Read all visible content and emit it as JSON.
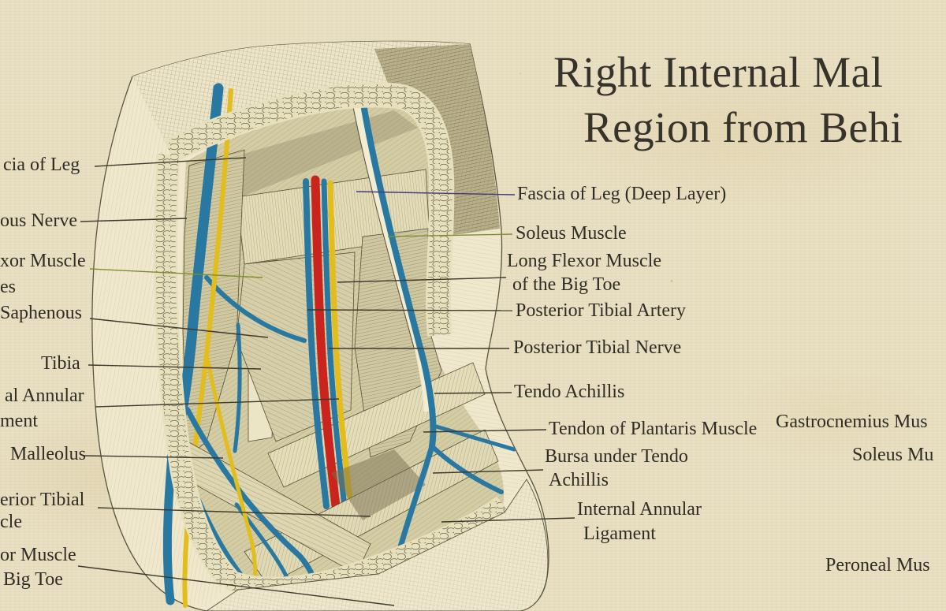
{
  "title": {
    "line1": "Right Internal Mal",
    "line2": "Region from Behi"
  },
  "labels": {
    "left": {
      "fascia_of_leg": "cia of Leg",
      "nerve": "ous Nerve",
      "flexor_muscle_1": "xor Muscle",
      "flexor_muscle_2": "es",
      "saphenous": "Saphenous",
      "tibia": "Tibia",
      "annular_1": "al Annular",
      "annular_2": "ment",
      "malleolus": "Malleolus",
      "posterior_tibial_1": "erior Tibial",
      "posterior_tibial_2": "cle",
      "big_toe_flexor_1": "or Muscle",
      "big_toe_flexor_2": "Big Toe"
    },
    "right": {
      "fascia_deep": "Fascia of Leg (Deep Layer)",
      "soleus": "Soleus Muscle",
      "long_flexor_1": "Long Flexor Muscle",
      "long_flexor_2": "of the Big Toe",
      "posterior_tibial_artery": "Posterior Tibial Artery",
      "posterior_tibial_nerve": "Posterior Tibial Nerve",
      "tendo_achillis": "Tendo Achillis",
      "plantaris_tendon": "Tendon of Plantaris Muscle",
      "bursa_1": "Bursa under Tendo",
      "bursa_2": "Achillis",
      "internal_annular_1": "Internal Annular",
      "internal_annular_2": "Ligament"
    },
    "far_right": {
      "gastrocnemius": "Gastrocnemius Mus",
      "soleus": "Soleus Mu",
      "peroneal": "Peroneal Mus"
    }
  },
  "colors": {
    "paper": "#e9e0c3",
    "ink": "#35332c",
    "label_ink": "#2e2c25",
    "vein_blue": "#2878a2",
    "artery_red": "#c9241e",
    "nerve_yellow": "#e2bd1b",
    "tendon_cream": "#f2ecd2",
    "leader_dark": "#3c3a2c",
    "leader_navy": "#433d7a",
    "leader_green": "#7c8f2e"
  },
  "illustration": {
    "subject": "Engraved dissection of the right internal malleolar (ankle) region seen from behind",
    "vein_name": "veins (blue)",
    "artery_name": "posterior tibial artery (red)",
    "nerve_name": "nerves (yellow)"
  }
}
